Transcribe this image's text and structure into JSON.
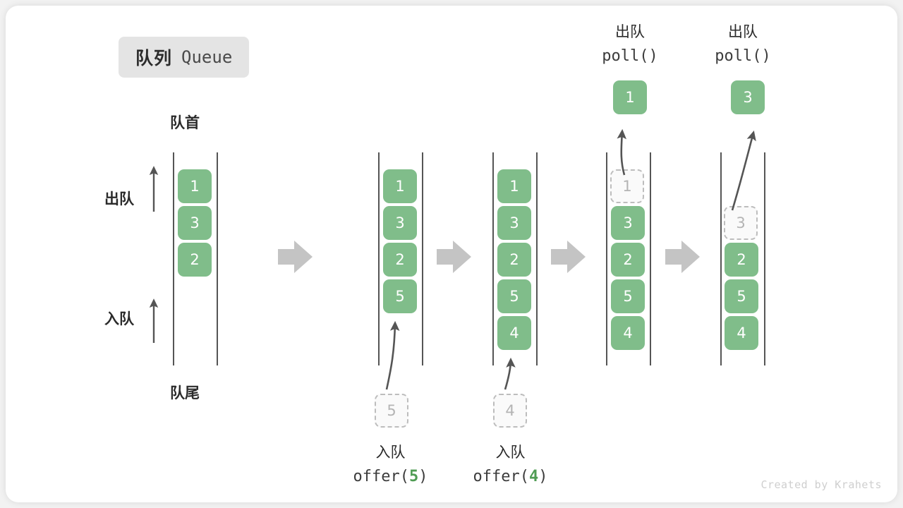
{
  "title": {
    "cn": "队列",
    "en": "Queue"
  },
  "side_labels": {
    "head": "队首",
    "tail": "队尾",
    "dequeue_arrow": "出队",
    "enqueue_arrow": "入队"
  },
  "watermark": "Created by Krahets",
  "colors": {
    "cell_fill": "#80bd8a",
    "cell_text": "#ffffff",
    "ghost_border": "#bdbdbd",
    "ghost_text": "#b4b4b4",
    "rail": "#555555",
    "step_arrow": "#c4c4c4",
    "badge_bg": "#e4e4e4",
    "accent_green": "#4f9c53",
    "card_bg": "#ffffff",
    "page_bg": "#f2f2f2"
  },
  "stages": [
    {
      "id": "initial",
      "cells": [
        {
          "value": "1",
          "state": "filled"
        },
        {
          "value": "3",
          "state": "filled"
        },
        {
          "value": "2",
          "state": "filled"
        }
      ]
    },
    {
      "id": "after-offer-5",
      "cells": [
        {
          "value": "1",
          "state": "filled"
        },
        {
          "value": "3",
          "state": "filled"
        },
        {
          "value": "2",
          "state": "filled"
        },
        {
          "value": "5",
          "state": "filled"
        }
      ],
      "incoming": {
        "value": "5",
        "state": "ghost"
      },
      "caption": {
        "cn": "入队",
        "code_prefix": "offer(",
        "code_arg": "5",
        "code_suffix": ")"
      }
    },
    {
      "id": "after-offer-4",
      "cells": [
        {
          "value": "1",
          "state": "filled"
        },
        {
          "value": "3",
          "state": "filled"
        },
        {
          "value": "2",
          "state": "filled"
        },
        {
          "value": "5",
          "state": "filled"
        },
        {
          "value": "4",
          "state": "filled"
        }
      ],
      "incoming": {
        "value": "4",
        "state": "ghost"
      },
      "caption": {
        "cn": "入队",
        "code_prefix": "offer(",
        "code_arg": "4",
        "code_suffix": ")"
      }
    },
    {
      "id": "after-poll-1",
      "cells": [
        {
          "value": "1",
          "state": "ghost"
        },
        {
          "value": "3",
          "state": "filled"
        },
        {
          "value": "2",
          "state": "filled"
        },
        {
          "value": "5",
          "state": "filled"
        },
        {
          "value": "4",
          "state": "filled"
        }
      ],
      "outgoing": {
        "value": "1",
        "state": "filled"
      },
      "caption": {
        "cn": "出队",
        "code": "poll()"
      }
    },
    {
      "id": "after-poll-3",
      "cells": [
        {
          "value": "3",
          "state": "ghost"
        },
        {
          "value": "2",
          "state": "filled"
        },
        {
          "value": "5",
          "state": "filled"
        },
        {
          "value": "4",
          "state": "filled"
        }
      ],
      "outgoing": {
        "value": "3",
        "state": "filled"
      },
      "caption": {
        "cn": "出队",
        "code": "poll()"
      }
    }
  ]
}
